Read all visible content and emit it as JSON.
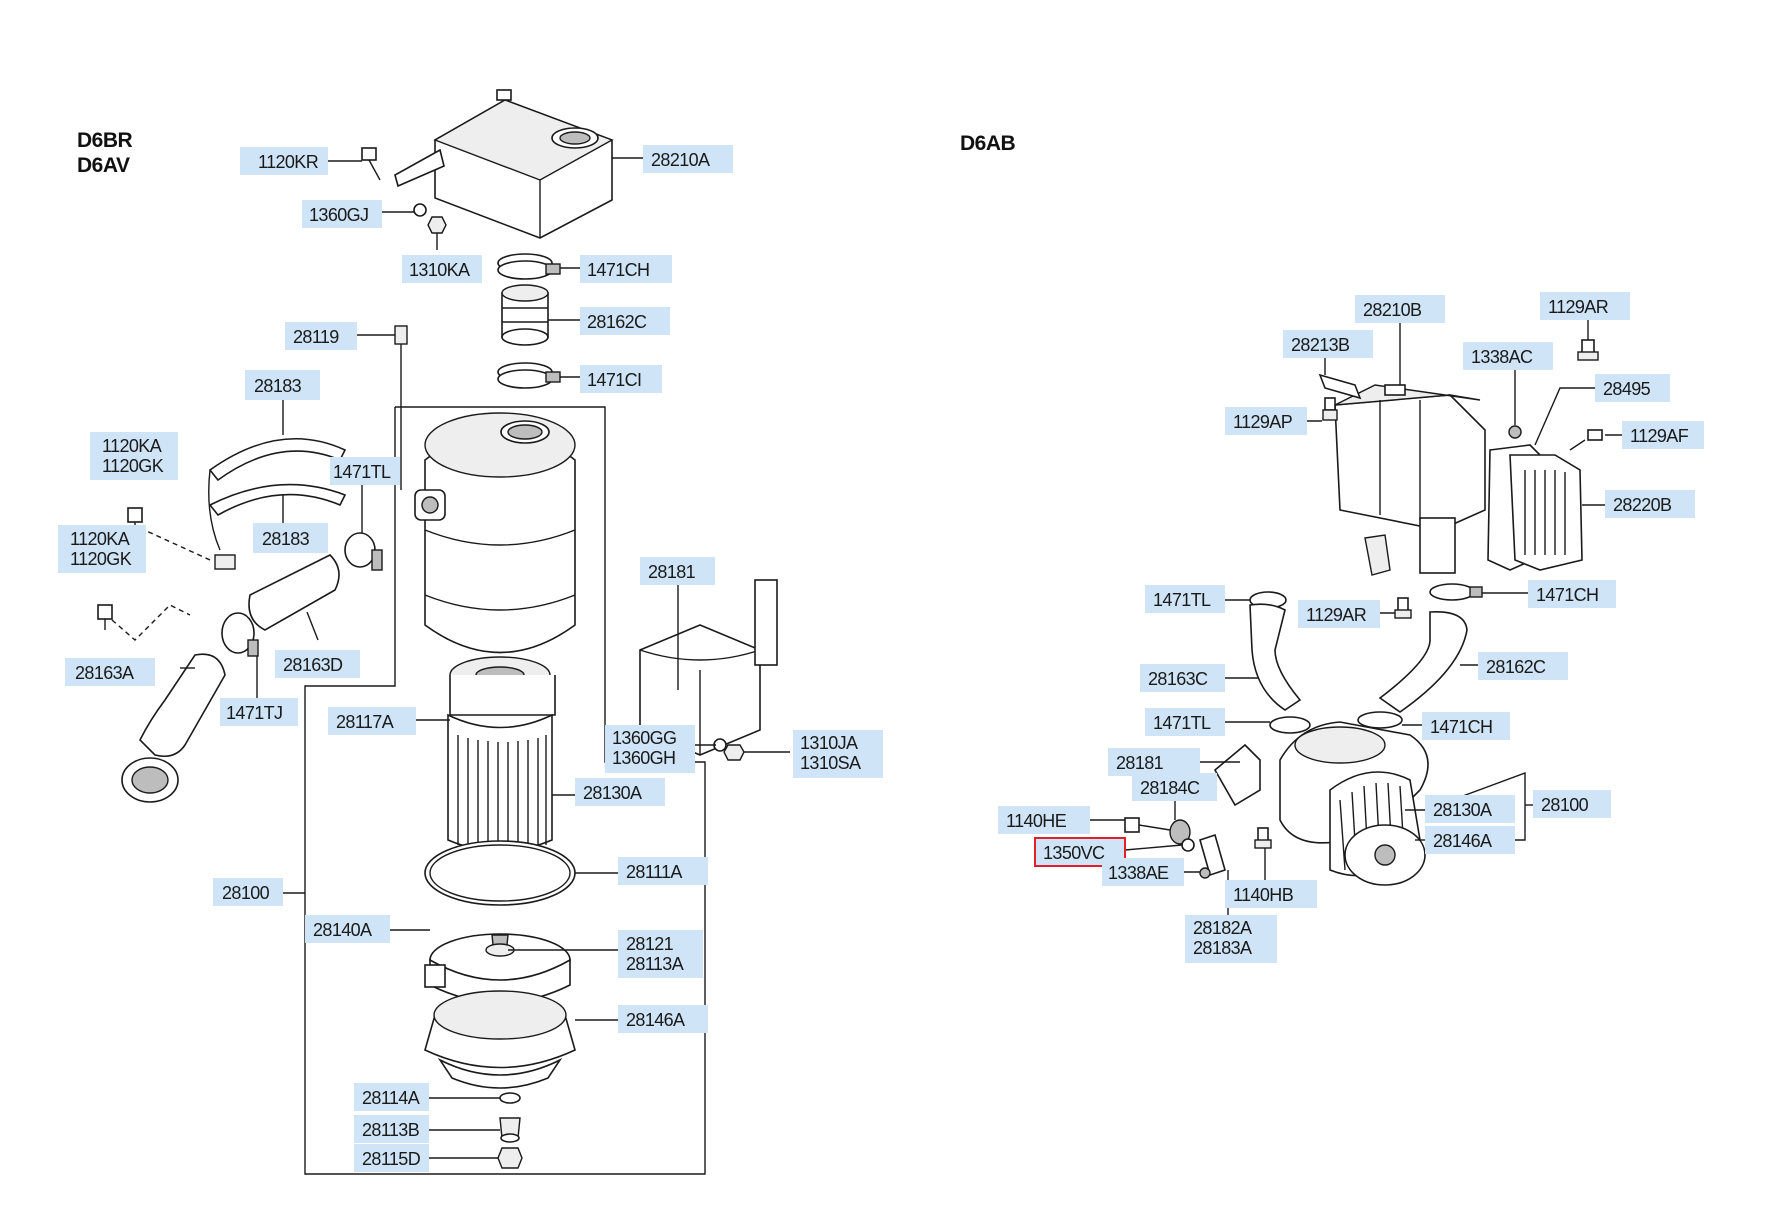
{
  "headers": {
    "left_line1": "D6BR",
    "left_line2": "D6AV",
    "right": "D6AB"
  },
  "highlight_color": "#e0202a",
  "label_bg_color": "#cfe4f7",
  "left": {
    "l_1120KR": "1120KR",
    "l_28210A": "28210A",
    "l_1360GJ": "1360GJ",
    "l_1310KA": "1310KA",
    "l_1471CH": "1471CH",
    "l_28162C": "28162C",
    "l_1471CI": "1471CI",
    "l_28119": "28119",
    "l_28183_top": "28183",
    "l_1120KA_a": "1120KA",
    "l_1120GK_a": "1120GK",
    "l_1471TL": "1471TL",
    "l_28183_b": "28183",
    "l_1120KA_b": "1120KA",
    "l_1120GK_b": "1120GK",
    "l_28163D": "28163D",
    "l_28163A": "28163A",
    "l_1471TJ": "1471TJ",
    "l_28181": "28181",
    "l_28117A": "28117A",
    "l_1360GG": "1360GG",
    "l_1360GH": "1360GH",
    "l_1310JA": "1310JA",
    "l_1310SA": "1310SA",
    "l_28130A": "28130A",
    "l_28111A": "28111A",
    "l_28100": "28100",
    "l_28140A": "28140A",
    "l_28121": "28121",
    "l_28113A": "28113A",
    "l_28146A": "28146A",
    "l_28114A": "28114A",
    "l_28113B": "28113B",
    "l_28115D": "28115D"
  },
  "right": {
    "r_28210B": "28210B",
    "r_1129AR_top": "1129AR",
    "r_28213B": "28213B",
    "r_1338AC": "1338AC",
    "r_28495": "28495",
    "r_1129AP": "1129AP",
    "r_1129AF": "1129AF",
    "r_28220B": "28220B",
    "r_1471TL_a": "1471TL",
    "r_1129AR_b": "1129AR",
    "r_1471CH_a": "1471CH",
    "r_28163C": "28163C",
    "r_28162C": "28162C",
    "r_1471TL_b": "1471TL",
    "r_1471CH_b": "1471CH",
    "r_28181": "28181",
    "r_28184C": "28184C",
    "r_28100": "28100",
    "r_28130A": "28130A",
    "r_1140HE": "1140HE",
    "r_28146A": "28146A",
    "r_1350VC": "1350VC",
    "r_1338AE": "1338AE",
    "r_1140HB": "1140HB",
    "r_28182A": "28182A",
    "r_28183A": "28183A"
  }
}
